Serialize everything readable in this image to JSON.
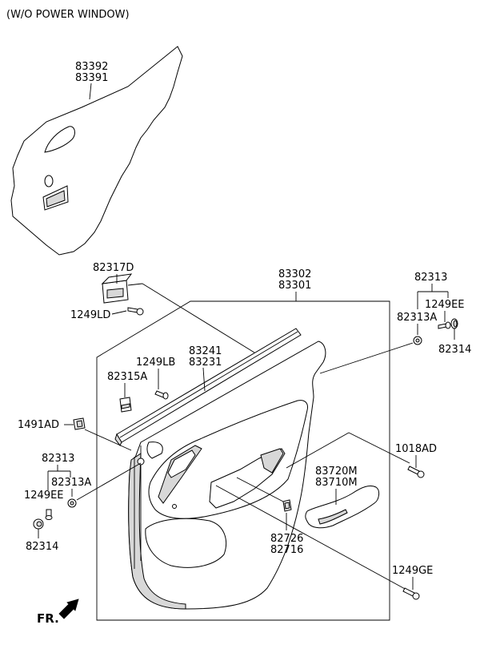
{
  "title": "(W/O POWER WINDOW)",
  "direction_label": "FR.",
  "parts": {
    "trim_pad": [
      "83392",
      "83391"
    ],
    "clip_bracket": "82317D",
    "screw_top_left": "1249LD",
    "door_trim_panel": [
      "83302",
      "83301"
    ],
    "weatherstrip": [
      "83241",
      "83231"
    ],
    "screw_weatherstrip": "1249LB",
    "clip_weatherstrip": "82315A",
    "fastener_left": "1491AD",
    "group_right": {
      "main": "82313",
      "sub": "82313A",
      "screw": "1249EE",
      "cap": "82314"
    },
    "group_left": {
      "main": "82313",
      "sub": "82313A",
      "screw": "1249EE",
      "cap": "82314"
    },
    "screw_right": "1018AD",
    "grip_handle": [
      "83720M",
      "83710M"
    ],
    "handle_cover": [
      "82726",
      "82716"
    ],
    "screw_bottom": "1249GE"
  }
}
